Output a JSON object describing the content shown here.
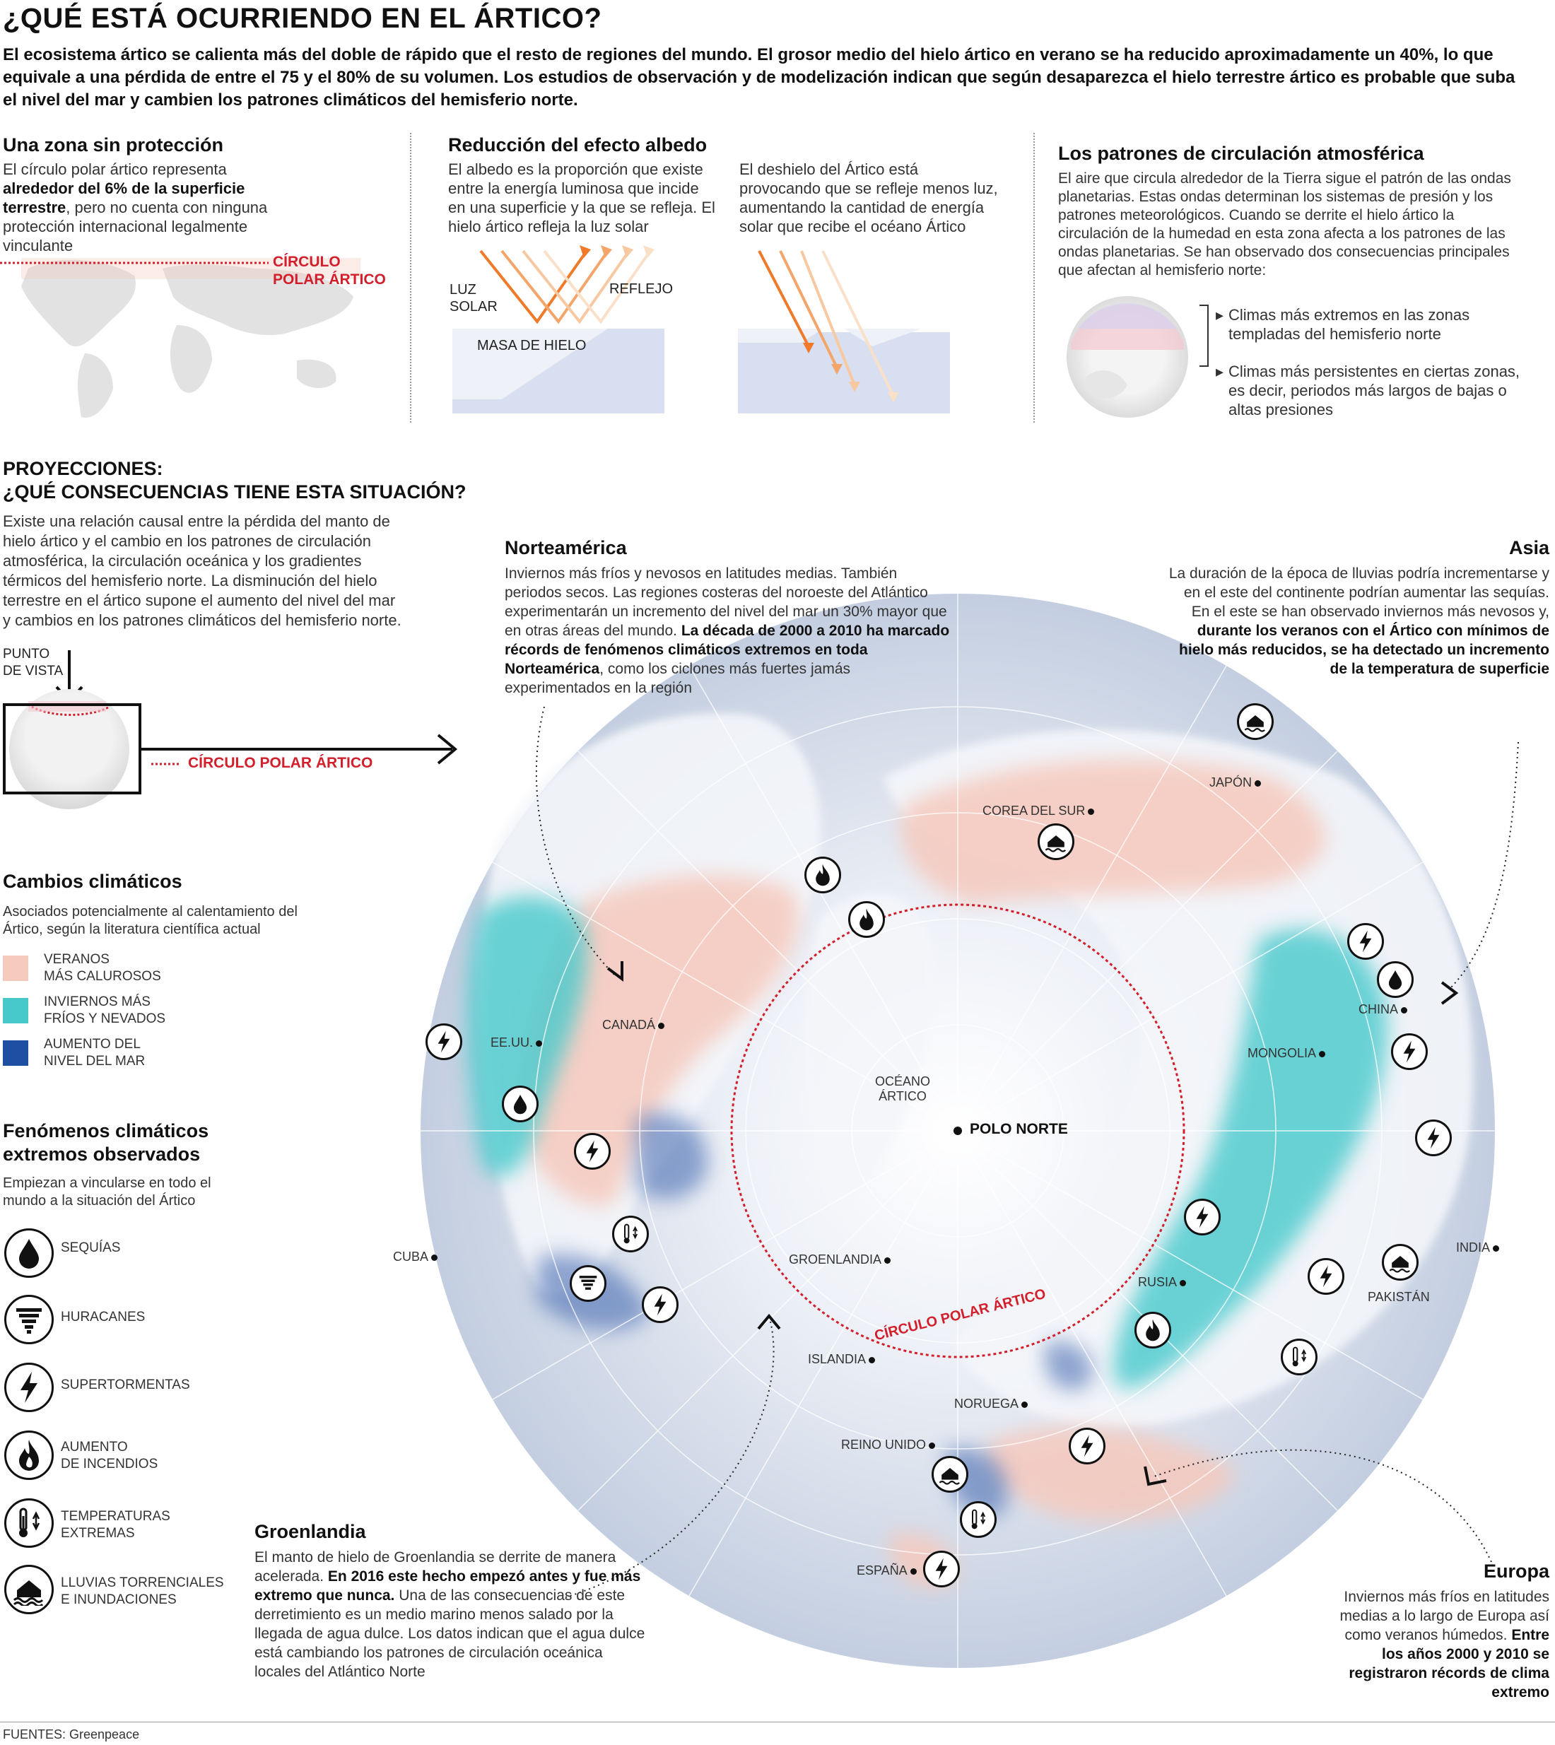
{
  "title": "¿QUÉ ESTÁ OCURRIENDO EN EL ÁRTICO?",
  "intro": "El ecosistema ártico se calienta más del doble de rápido que el resto de regiones del mundo. El grosor medio del hielo ártico en verano se ha reducido aproximadamente un 40%, lo que equivale a una pérdida de entre el 75 y el 80% de su volumen. Los estudios de observación y de modelización indican que según desaparezca el hielo terrestre ártico es probable que suba el nivel del mar y cambien los patrones climáticos del hemisferio norte.",
  "zona": {
    "title": "Una zona sin protección",
    "text_a": "El círculo polar ártico representa ",
    "text_b": "alrededor del 6% de la superficie terrestre",
    "text_c": ", pero no cuenta con ninguna protección internacional legalmente vinculante",
    "label_1": "CÍRCULO",
    "label_2": "POLAR ÁRTICO"
  },
  "albedo": {
    "title": "Reducción del efecto albedo",
    "text_left": "El albedo es la proporción que existe entre la energía luminosa que incide en una superficie y la que se refleja. El hielo ártico refleja la luz solar",
    "text_right": "El deshielo del Ártico está provocando que se refleje menos luz, aumentando la cantidad de energía solar que recibe el océano Ártico",
    "luz_1": "LUZ",
    "luz_2": "SOLAR",
    "reflejo": "REFLEJO",
    "masa": "MASA DE HIELO"
  },
  "circulacion": {
    "title": "Los patrones de circulación atmosférica",
    "text": "El aire que circula  alrededor de la Tierra sigue el patrón de las ondas planetarias. Estas ondas determinan los sistemas de presión y los patrones meteorológicos. Cuando se derrite el hielo ártico la circulación de la humedad en esta zona afecta a los patrones de las ondas planetarias. Se han observado dos consecuencias principales que afectan al hemisferio norte:",
    "item_1": "Climas más extremos en las zonas templadas del hemisferio norte",
    "item_2": "Climas más persistentes en ciertas zonas, es decir, periodos más largos de bajas o altas presiones"
  },
  "proyecciones": {
    "title_1": "PROYECCIONES:",
    "title_2": "¿QUÉ CONSECUENCIAS TIENE ESTA SITUACIÓN?",
    "text": "Existe una relación causal entre la pérdida del manto de hielo ártico y el cambio en los patrones de circulación atmosférica, la circulación oceánica y los gradientes térmicos del hemisferio norte. La disminución del hielo terrestre en el ártico supone el aumento del nivel del mar y cambios en los patrones climáticos del hemisferio norte.",
    "punto_1": "PUNTO",
    "punto_2": "DE VISTA",
    "circulo": "CÍRCULO POLAR ÁRTICO"
  },
  "cambios": {
    "title": "Cambios climáticos",
    "subtitle": "Asociados potencialmente al calentamiento del Ártico, según la literatura científica actual",
    "items": [
      {
        "line1": "VERANOS",
        "line2": "MÁS CALUROSOS",
        "color": "#f6c9bd"
      },
      {
        "line1": "INVIERNOS MÁS",
        "line2": "FRÍOS Y NEVADOS",
        "color": "#47c9cc"
      },
      {
        "line1": "AUMENTO DEL",
        "line2": "NIVEL DEL MAR",
        "color": "#1f4fa0"
      }
    ]
  },
  "fenomenos": {
    "title_1": "Fenómenos climáticos",
    "title_2": "extremos observados",
    "subtitle": "Empiezan a vincularse en todo el mundo a la situación del Ártico",
    "items": [
      {
        "line1": "SEQUÍAS",
        "line2": "",
        "icon": "drop-icon"
      },
      {
        "line1": "HURACANES",
        "line2": "",
        "icon": "hurricane-icon"
      },
      {
        "line1": "SUPERTORMENTAS",
        "line2": "",
        "icon": "lightning-icon"
      },
      {
        "line1": "AUMENTO",
        "line2": "DE INCENDIOS",
        "icon": "fire-icon"
      },
      {
        "line1": "TEMPERATURAS",
        "line2": "EXTREMAS",
        "icon": "thermometer-icon"
      },
      {
        "line1": "LLUVIAS TORRENCIALES",
        "line2": "E INUNDACIONES",
        "icon": "flood-icon"
      }
    ]
  },
  "norteamerica": {
    "title": "Norteamérica",
    "text_a": "Inviernos más fríos y nevosos en latitudes medias. También periodos secos. Las regiones costeras del noroeste del Atlántico experimentarán un incremento del nivel del mar un 30% mayor que en otras áreas del mundo. ",
    "text_b": "La década de 2000 a 2010 ha marcado récords de fenómenos climáticos extremos en toda Norteamérica",
    "text_c": ", como los ciclones más fuertes jamás experimentados en la región"
  },
  "asia": {
    "title": "Asia",
    "text_a": "La duración de la época de lluvias podría incrementarse y en el este del continente podrían aumentar las sequías. En el este se han observado inviernos más nevosos y, ",
    "text_b": "durante los veranos con el Ártico con mínimos de hielo más reducidos, se ha detectado un incremento de la temperatura de superficie"
  },
  "groenlandia": {
    "title": "Groenlandia",
    "text_a": "El manto de hielo de Groenlandia se derrite de manera acelerada. ",
    "text_b": "En 2016 este hecho empezó antes y fue más extremo que nunca.",
    "text_c": " Una de las consecuencias de este derretimiento es un medio marino menos salado por la llegada de agua dulce. Los datos indican que el agua dulce está cambiando los patrones de circulación oceánica locales del Atlántico Norte"
  },
  "europa": {
    "title": "Europa",
    "text_a": "Inviernos más fríos en latitudes medias a lo largo de Europa así como veranos húmedos. ",
    "text_b": "Entre los años 2000 y 2010 se registraron récords de clima extremo"
  },
  "map": {
    "polo": "POLO NORTE",
    "oceano_1": "OCÉANO",
    "oceano_2": "ÁRTICO",
    "circulo": "CÍRCULO POLAR ÁRTICO",
    "places": {
      "canada": "CANADÁ",
      "eeuu": "EE.UU.",
      "cuba": "CUBA",
      "groenlandia": "GROENLANDIA",
      "islandia": "ISLANDIA",
      "noruega": "NORUEGA",
      "reino_unido": "REINO UNIDO",
      "espana": "ESPAÑA",
      "rusia": "RUSIA",
      "mongolia": "MONGOLIA",
      "china": "CHINA",
      "japon": "JAPÓN",
      "corea": "COREA DEL SUR",
      "india": "INDIA",
      "pakistan": "PAKISTÁN"
    }
  },
  "fuentes": "FUENTES: Greenpeace",
  "colors": {
    "summer": "#f6c9bd",
    "winter": "#47c9cc",
    "sea": "#1f4fa0",
    "red": "#d21f2b",
    "globe": "#c9d2e2"
  }
}
